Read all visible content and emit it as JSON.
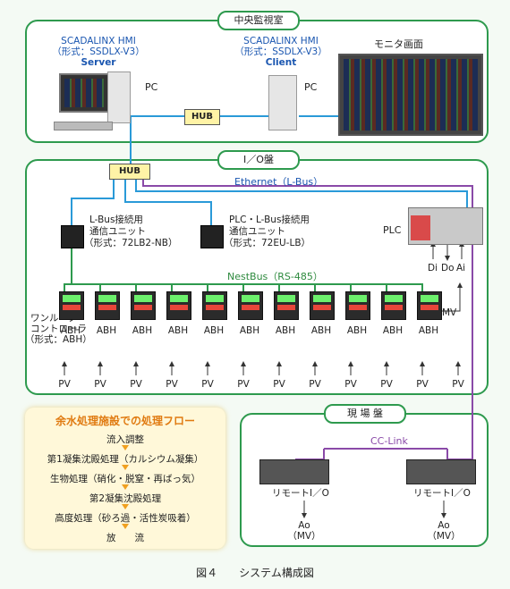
{
  "central": {
    "title": "中央監視室",
    "server": {
      "line1": "SCADALINX HMI",
      "line2": "（形式：SSDLX-V3）",
      "role": "Server"
    },
    "client": {
      "line1": "SCADALINX HMI",
      "line2": "（形式：SSDLX-V3）",
      "role": "Client"
    },
    "pc_label": "PC",
    "hub": "HUB",
    "monitor_label": "モニタ画面"
  },
  "io": {
    "title": "I／O盤",
    "hub": "HUB",
    "ethernet": "Ethernet（L-Bus）",
    "unit1": {
      "line1": "L-Bus接続用",
      "line2": "通信ユニット",
      "line3": "（形式：72LB2-NB）"
    },
    "unit2": {
      "line1": "PLC・L-Bus接続用",
      "line2": "通信ユニット",
      "line3": "（形式：72EU-LB）"
    },
    "plc": "PLC",
    "plc_io": [
      "Di",
      "Do",
      "Ai"
    ],
    "nestbus": "NestBus（RS-485）",
    "mv": "MV",
    "controller_desc": {
      "line1": "ワンループ",
      "line2": "コントローラ",
      "line3": "（形式：ABH）"
    },
    "controllers": [
      "ABH",
      "ABH",
      "ABH",
      "ABH",
      "ABH",
      "ABH",
      "ABH",
      "ABH",
      "ABH",
      "ABH",
      "ABH"
    ],
    "pv": [
      "PV",
      "PV",
      "PV",
      "PV",
      "PV",
      "PV",
      "PV",
      "PV",
      "PV",
      "PV",
      "PV",
      "PV"
    ]
  },
  "flow": {
    "title": "余水処理施設での処理フロー",
    "steps": [
      "流入調整",
      "第1凝集沈殿処理（カルシウム凝集）",
      "生物処理（硝化・脱窒・再ばっ気）",
      "第2凝集沈殿処理",
      "高度処理（砂ろ過・活性炭吸着）",
      "放　　流"
    ]
  },
  "field": {
    "title": "現 場 盤",
    "cclink": "CC-Link",
    "remote1": "リモートI／O",
    "remote2": "リモートI／O",
    "ao1": {
      "line1": "Ao",
      "line2": "（MV）"
    },
    "ao2": {
      "line1": "Ao",
      "line2": "（MV）"
    }
  },
  "caption": "図４　　システム構成図",
  "colors": {
    "panel_border": "#2e9a4e",
    "ethernet": "#2a9ad8",
    "nestbus": "#2e9a4e",
    "cclink": "#8a4aa8",
    "hub": "#fff3a6",
    "flow_title": "#e07a10",
    "flow_arrow": "#f0a020"
  }
}
